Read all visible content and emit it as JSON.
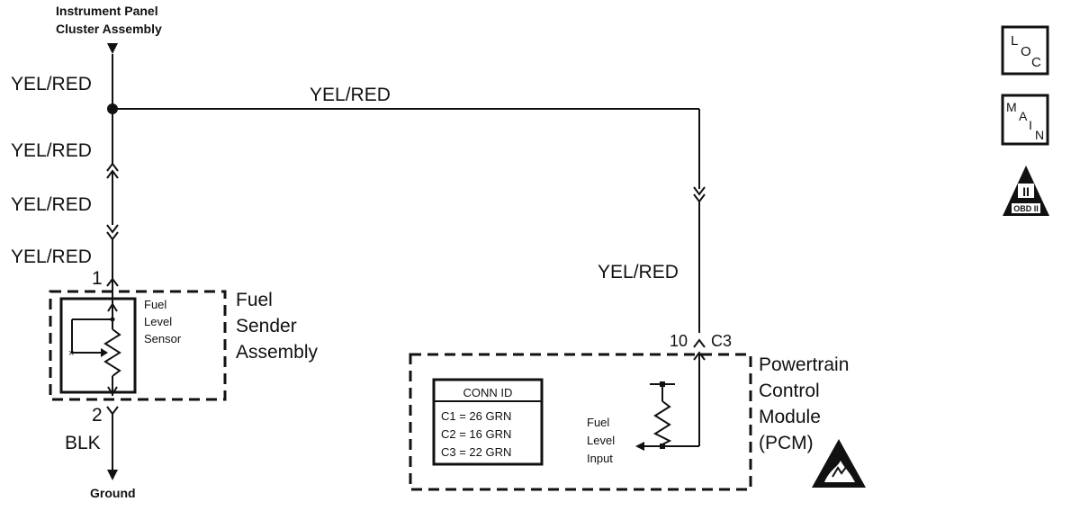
{
  "top_source": {
    "line1": "Instrument Panel",
    "line2": "Cluster Assembly"
  },
  "wires": {
    "w_top": "YEL/RED",
    "w_branch": "YEL/RED",
    "w_mid1": "YEL/RED",
    "w_mid2": "YEL/RED",
    "w_mid3": "YEL/RED",
    "w_right": "YEL/RED",
    "w_ground": "BLK"
  },
  "pins": {
    "sender_top": "1",
    "sender_bottom": "2",
    "pcm_pin": "10",
    "pcm_conn": "C3"
  },
  "sensor": {
    "line1": "Fuel",
    "line2": "Level",
    "line3": "Sensor"
  },
  "sender": {
    "line1": "Fuel",
    "line2": "Sender",
    "line3": "Assembly"
  },
  "ground": "Ground",
  "pcm": {
    "line1": "Powertrain",
    "line2": "Control",
    "line3": "Module",
    "line4": "(PCM)"
  },
  "conn_id": {
    "title": "CONN ID",
    "rows": [
      "C1 = 26 GRN",
      "C2 = 16 GRN",
      "C3 = 22 GRN"
    ]
  },
  "input": {
    "line1": "Fuel",
    "line2": "Level",
    "line3": "Input"
  },
  "badges": {
    "loc": [
      "L",
      "O",
      "C"
    ],
    "main": [
      "M",
      "A",
      "I",
      "N"
    ],
    "obd": {
      "numeral": "II",
      "text": "OBD II"
    }
  }
}
